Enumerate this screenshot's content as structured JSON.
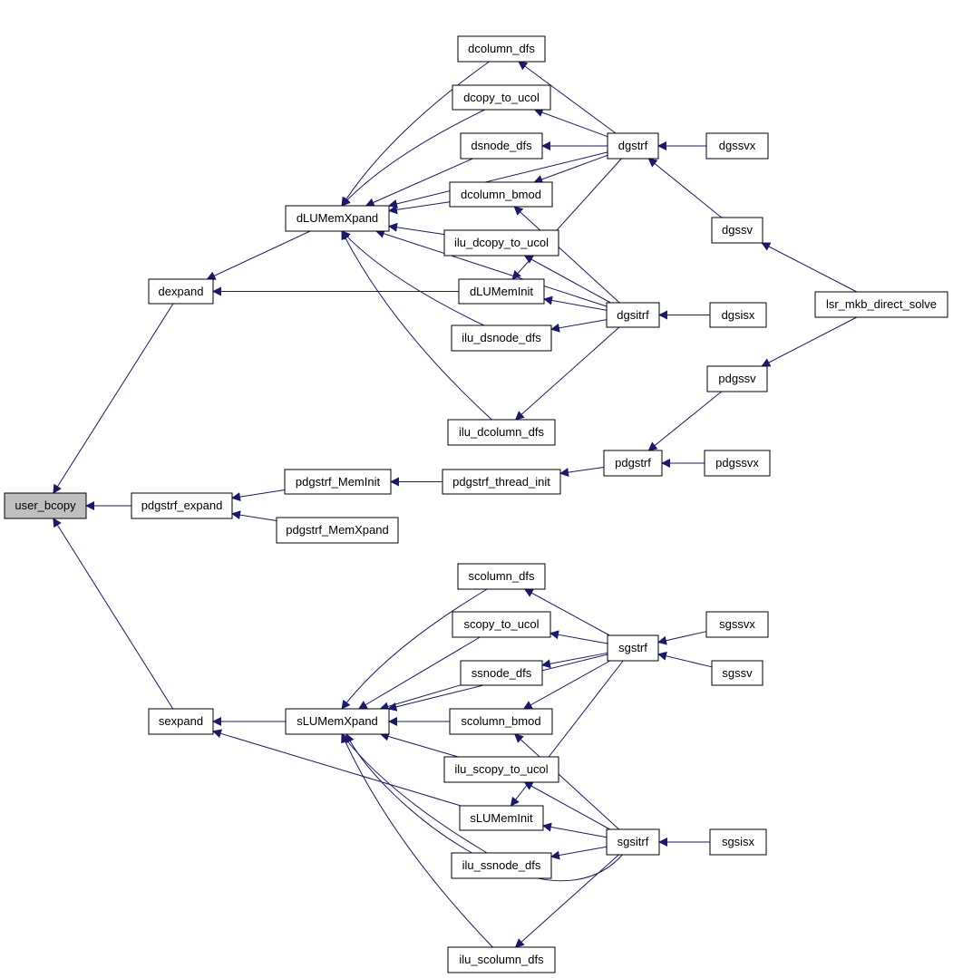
{
  "graph": {
    "edge_color": "#191970",
    "root_fill": "#bfbfbf",
    "nodes": {
      "user_bcopy": "user_bcopy",
      "dexpand": "dexpand",
      "pdgstrf_expand": "pdgstrf_expand",
      "sexpand": "sexpand",
      "dLUMemXpand": "dLUMemXpand",
      "pdgstrf_MemInit": "pdgstrf_MemInit",
      "pdgstrf_MemXpand": "pdgstrf_MemXpand",
      "sLUMemXpand": "sLUMemXpand",
      "dcolumn_dfs": "dcolumn_dfs",
      "dcopy_to_ucol": "dcopy_to_ucol",
      "dsnode_dfs": "dsnode_dfs",
      "dcolumn_bmod": "dcolumn_bmod",
      "ilu_dcopy_to_ucol": "ilu_dcopy_to_ucol",
      "dLUMemInit": "dLUMemInit",
      "ilu_dsnode_dfs": "ilu_dsnode_dfs",
      "ilu_dcolumn_dfs": "ilu_dcolumn_dfs",
      "pdgstrf_thread_init": "pdgstrf_thread_init",
      "scolumn_dfs": "scolumn_dfs",
      "scopy_to_ucol": "scopy_to_ucol",
      "ssnode_dfs": "ssnode_dfs",
      "scolumn_bmod": "scolumn_bmod",
      "ilu_scopy_to_ucol": "ilu_scopy_to_ucol",
      "sLUMemInit": "sLUMemInit",
      "ilu_ssnode_dfs": "ilu_ssnode_dfs",
      "ilu_scolumn_dfs": "ilu_scolumn_dfs",
      "dgstrf": "dgstrf",
      "dgsitrf": "dgsitrf",
      "pdgstrf": "pdgstrf",
      "sgstrf": "sgstrf",
      "sgsitrf": "sgsitrf",
      "dgssvx": "dgssvx",
      "dgssv": "dgssv",
      "dgsisx": "dgsisx",
      "pdgssv": "pdgssv",
      "pdgssvx": "pdgssvx",
      "sgssvx": "sgssvx",
      "sgssv": "sgssv",
      "sgsisx": "sgsisx",
      "lsr_mkb_direct_solve": "lsr_mkb_direct_solve"
    },
    "edges": [
      {
        "from": "dexpand",
        "to": "user_bcopy"
      },
      {
        "from": "pdgstrf_expand",
        "to": "user_bcopy"
      },
      {
        "from": "sexpand",
        "to": "user_bcopy"
      },
      {
        "from": "dLUMemXpand",
        "to": "dexpand"
      },
      {
        "from": "dLUMemInit",
        "to": "dexpand"
      },
      {
        "from": "pdgstrf_MemInit",
        "to": "pdgstrf_expand"
      },
      {
        "from": "pdgstrf_MemXpand",
        "to": "pdgstrf_expand"
      },
      {
        "from": "sLUMemXpand",
        "to": "sexpand"
      },
      {
        "from": "sLUMemInit",
        "to": "sexpand"
      },
      {
        "from": "dcolumn_dfs",
        "to": "dLUMemXpand"
      },
      {
        "from": "dcopy_to_ucol",
        "to": "dLUMemXpand"
      },
      {
        "from": "dsnode_dfs",
        "to": "dLUMemXpand"
      },
      {
        "from": "dcolumn_bmod",
        "to": "dLUMemXpand"
      },
      {
        "from": "ilu_dcopy_to_ucol",
        "to": "dLUMemXpand"
      },
      {
        "from": "ilu_dsnode_dfs",
        "to": "dLUMemXpand"
      },
      {
        "from": "ilu_dcolumn_dfs",
        "to": "dLUMemXpand"
      },
      {
        "from": "dgstrf",
        "to": "dLUMemXpand"
      },
      {
        "from": "dgsitrf",
        "to": "dLUMemXpand"
      },
      {
        "from": "dgstrf",
        "to": "dcolumn_dfs"
      },
      {
        "from": "dgstrf",
        "to": "dcopy_to_ucol"
      },
      {
        "from": "dgstrf",
        "to": "dsnode_dfs"
      },
      {
        "from": "dgstrf",
        "to": "dcolumn_bmod"
      },
      {
        "from": "dgstrf",
        "to": "dLUMemInit"
      },
      {
        "from": "dgsitrf",
        "to": "dcolumn_bmod"
      },
      {
        "from": "dgsitrf",
        "to": "ilu_dcopy_to_ucol"
      },
      {
        "from": "dgsitrf",
        "to": "dLUMemInit"
      },
      {
        "from": "dgsitrf",
        "to": "ilu_dsnode_dfs"
      },
      {
        "from": "dgsitrf",
        "to": "ilu_dcolumn_dfs"
      },
      {
        "from": "dgssvx",
        "to": "dgstrf"
      },
      {
        "from": "dgssv",
        "to": "dgstrf"
      },
      {
        "from": "dgsisx",
        "to": "dgsitrf"
      },
      {
        "from": "lsr_mkb_direct_solve",
        "to": "dgssv"
      },
      {
        "from": "lsr_mkb_direct_solve",
        "to": "pdgssv"
      },
      {
        "from": "pdgstrf_thread_init",
        "to": "pdgstrf_MemInit"
      },
      {
        "from": "pdgstrf",
        "to": "pdgstrf_thread_init"
      },
      {
        "from": "pdgssv",
        "to": "pdgstrf"
      },
      {
        "from": "pdgssvx",
        "to": "pdgstrf"
      },
      {
        "from": "scolumn_dfs",
        "to": "sLUMemXpand"
      },
      {
        "from": "scopy_to_ucol",
        "to": "sLUMemXpand"
      },
      {
        "from": "ssnode_dfs",
        "to": "sLUMemXpand"
      },
      {
        "from": "scolumn_bmod",
        "to": "sLUMemXpand"
      },
      {
        "from": "ilu_scopy_to_ucol",
        "to": "sLUMemXpand"
      },
      {
        "from": "ilu_ssnode_dfs",
        "to": "sLUMemXpand"
      },
      {
        "from": "ilu_scolumn_dfs",
        "to": "sLUMemXpand"
      },
      {
        "from": "sgstrf",
        "to": "sLUMemXpand"
      },
      {
        "from": "sgsitrf",
        "to": "sLUMemXpand"
      },
      {
        "from": "sgstrf",
        "to": "scolumn_dfs"
      },
      {
        "from": "sgstrf",
        "to": "scopy_to_ucol"
      },
      {
        "from": "sgstrf",
        "to": "ssnode_dfs"
      },
      {
        "from": "sgstrf",
        "to": "scolumn_bmod"
      },
      {
        "from": "sgstrf",
        "to": "sLUMemInit"
      },
      {
        "from": "sgsitrf",
        "to": "scolumn_bmod"
      },
      {
        "from": "sgsitrf",
        "to": "ilu_scopy_to_ucol"
      },
      {
        "from": "sgsitrf",
        "to": "sLUMemInit"
      },
      {
        "from": "sgsitrf",
        "to": "ilu_ssnode_dfs"
      },
      {
        "from": "sgsitrf",
        "to": "ilu_scolumn_dfs"
      },
      {
        "from": "sgssvx",
        "to": "sgstrf"
      },
      {
        "from": "sgssv",
        "to": "sgstrf"
      },
      {
        "from": "sgsisx",
        "to": "sgsitrf"
      }
    ]
  }
}
